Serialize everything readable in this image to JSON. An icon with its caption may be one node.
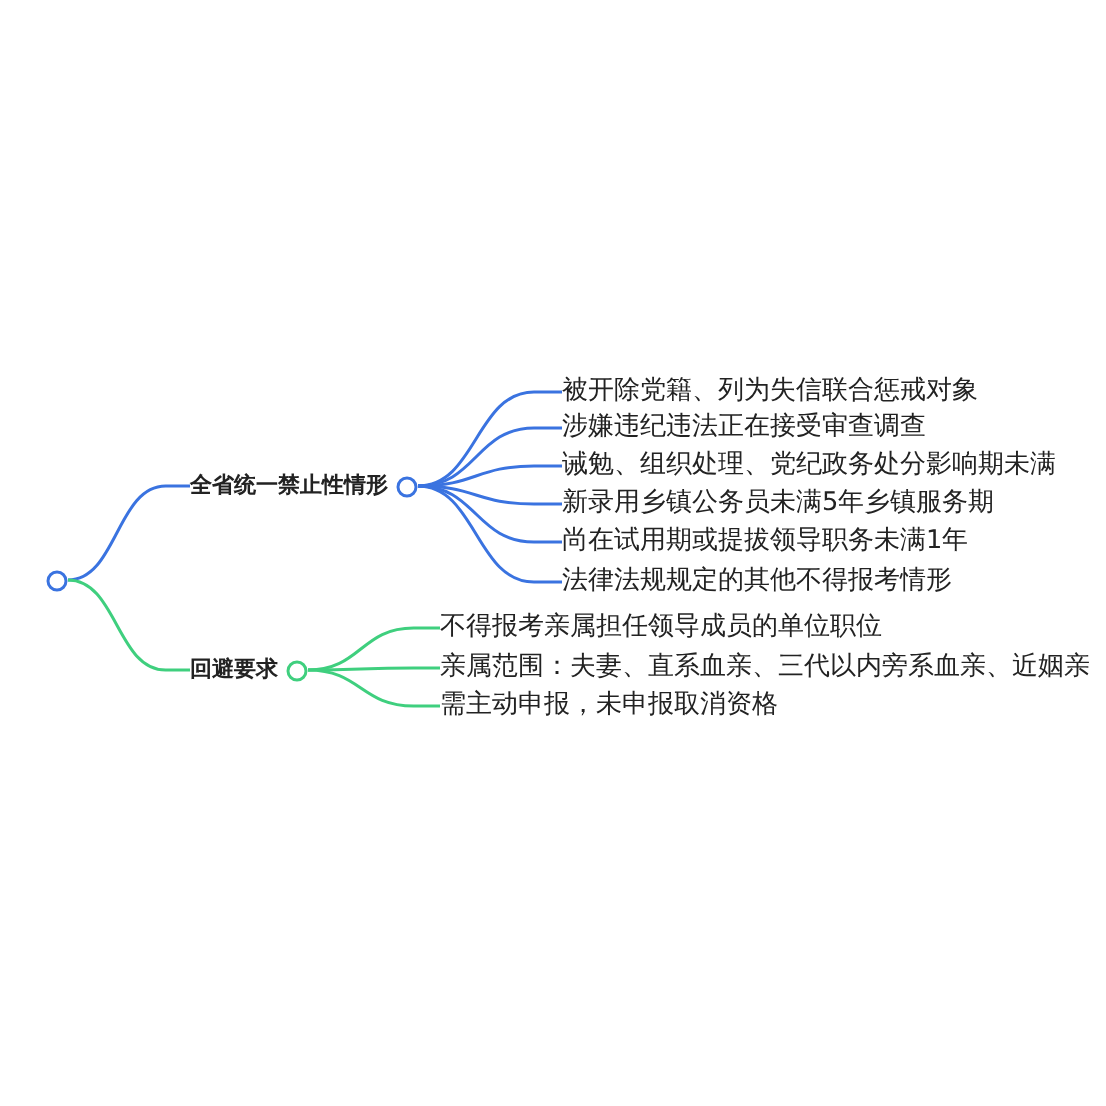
{
  "diagram": {
    "nodes": [
      {
        "text": [],
        "shape": "circle"
      },
      {
        "text": [
          "全省统一禁止性情形"
        ]
      },
      {
        "text": [
          "被开除党籍、列为失信联合惩戒对象"
        ]
      },
      {
        "text": [
          "涉嫌违纪违法正在接受审查调查"
        ]
      },
      {
        "text": [
          "诫勉、组织处理、党纪政务处分影响期未满"
        ]
      },
      {
        "text": [
          "新录用乡镇公务员未满5年乡镇服务期"
        ]
      },
      {
        "text": [
          "尚在试用期或提拔领导职务未满1年"
        ]
      },
      {
        "text": [
          "法律法规规定的其他不得报考情形"
        ]
      },
      {
        "text": [
          "回避要求"
        ]
      },
      {
        "text": [
          "不得报考亲属担任领导成员的单位职位"
        ]
      },
      {
        "text": [
          "亲属范围：夫妻、直系血亲、三代以内旁系血亲、近姻亲"
        ]
      },
      {
        "text": [
          "需主动申报，未申报取消资格"
        ]
      }
    ],
    "edges": [
      {
        "from": 0,
        "to": 1,
        "arrow": "none"
      },
      {
        "from": 0,
        "to": 8,
        "arrow": "none",
        "color": "#3fcf7e"
      },
      {
        "from": 1,
        "to": 2,
        "arrow": "none"
      },
      {
        "from": 1,
        "to": 3,
        "arrow": "none"
      },
      {
        "from": 1,
        "to": 4,
        "arrow": "none"
      },
      {
        "from": 1,
        "to": 5,
        "arrow": "none"
      },
      {
        "from": 1,
        "to": 6,
        "arrow": "none"
      },
      {
        "from": 1,
        "to": 7,
        "arrow": "none"
      },
      {
        "from": 8,
        "to": 9,
        "arrow": "none",
        "color": "#3fcf7e"
      },
      {
        "from": 8,
        "to": 10,
        "arrow": "none",
        "color": "#3fcf7e"
      },
      {
        "from": 8,
        "to": 11,
        "arrow": "none",
        "color": "#3fcf7e"
      }
    ]
  }
}
